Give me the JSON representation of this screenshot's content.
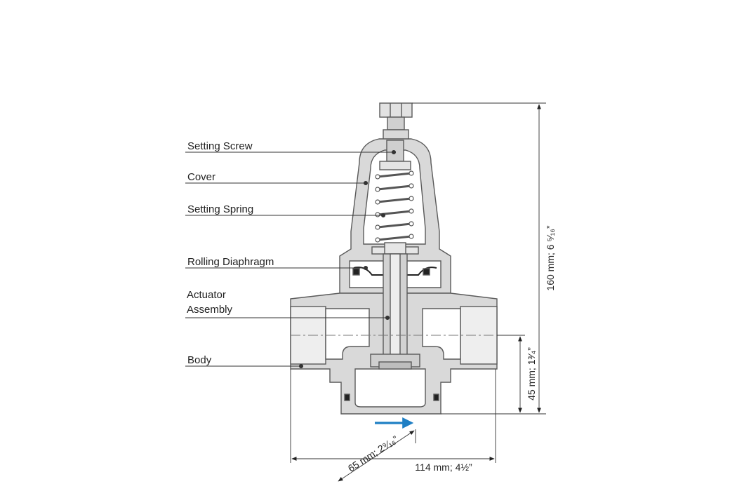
{
  "labels": {
    "setting_screw": "Setting Screw",
    "cover": "Cover",
    "setting_spring": "Setting Spring",
    "rolling_diaphragm": "Rolling Diaphragm",
    "actuator_line1": "Actuator",
    "actuator_line2": "Assembly",
    "body": "Body"
  },
  "dimensions": {
    "height": "160 mm; 6 ⁵⁄₁₆”",
    "centerline": "45 mm; 1³⁄₄”",
    "depth": "65 mm; 2⁹⁄₁₆”",
    "length": "114 mm; 4½”"
  },
  "colors": {
    "metal_fill": "#d9d9d9",
    "metal_stroke": "#5a5a5a",
    "cavity": "#ffffff",
    "seal": "#222222",
    "flow_arrow": "#1f7fc4",
    "leader": "#333333"
  },
  "icons": {
    "flow": "flow-direction-arrow-icon"
  }
}
